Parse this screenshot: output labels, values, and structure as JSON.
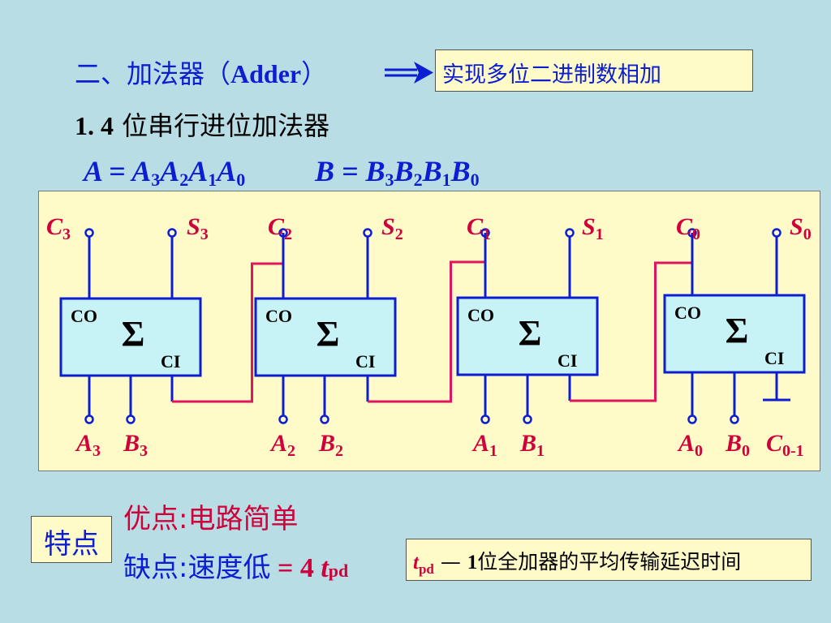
{
  "title": {
    "prefix": "二、加法器（",
    "latin": "Adder",
    "suffix": "）"
  },
  "note": "实现多位二进制数相加",
  "subtitle": {
    "number": "1.  4",
    "text": " 位串行进位加法器"
  },
  "equations": {
    "a": {
      "lhs": "A",
      "eq": " = ",
      "terms": [
        [
          "A",
          "3"
        ],
        [
          "A",
          "2"
        ],
        [
          "A",
          "1"
        ],
        [
          "A",
          "0"
        ]
      ]
    },
    "b": {
      "lhs": "B",
      "eq": " = ",
      "terms": [
        [
          "B",
          "3"
        ],
        [
          "B",
          "2"
        ],
        [
          "B",
          "1"
        ],
        [
          "B",
          "0"
        ]
      ]
    }
  },
  "diagram": {
    "colors": {
      "wire": "#0d1ed2",
      "carry": "#e0155e",
      "block_fill": "#c7f2f6",
      "label": "#d0003a"
    },
    "block": {
      "sigma": "Σ",
      "co": "CO",
      "ci": "CI"
    },
    "stages": [
      {
        "carry_out": [
          "C",
          "3"
        ],
        "sum": [
          "S",
          "3"
        ],
        "a": [
          "A",
          "3"
        ],
        "b": [
          "B",
          "3"
        ]
      },
      {
        "carry_out": [
          "C",
          "2"
        ],
        "sum": [
          "S",
          "2"
        ],
        "a": [
          "A",
          "2"
        ],
        "b": [
          "B",
          "2"
        ]
      },
      {
        "carry_out": [
          "C",
          "1"
        ],
        "sum": [
          "S",
          "1"
        ],
        "a": [
          "A",
          "1"
        ],
        "b": [
          "B",
          "1"
        ]
      },
      {
        "carry_out": [
          "C",
          "0"
        ],
        "sum": [
          "S",
          "0"
        ],
        "a": [
          "A",
          "0"
        ],
        "b": [
          "B",
          "0"
        ]
      }
    ],
    "carry_in": [
      "C",
      "0-1"
    ]
  },
  "features": {
    "label": "特点",
    "pros_label": "优点:",
    "pros_text": "电路简单",
    "cons_label": "缺点:",
    "cons_text": "速度低",
    "cons_eq": " = 4 ",
    "cons_t": "t",
    "cons_sub": "pd"
  },
  "tpd_note": {
    "t": "t",
    "sub": "pd",
    "dash": " — ",
    "one": "1",
    "text": "位全加器的平均传输延迟时间"
  }
}
